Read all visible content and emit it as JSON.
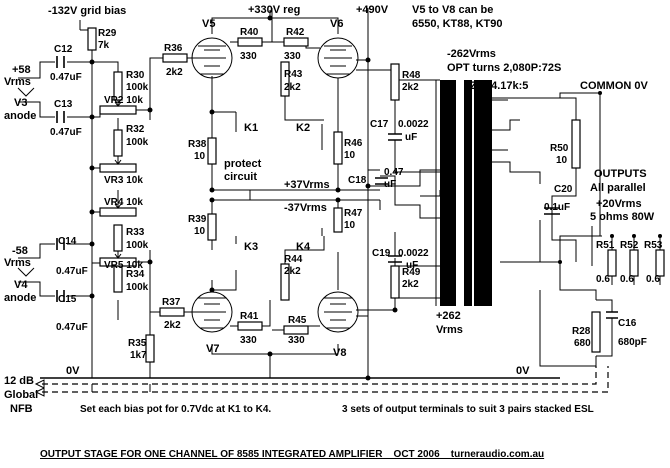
{
  "title": "OUTPUT STAGE FOR ONE CHANNEL OF 8585 INTEGRATED AMPLIFIER    OCT 2006    turneraudio.com.au",
  "notes": {
    "bias_note": "Set each bias pot for 0.7Vdc at K1 to K4.",
    "esl_note": "3 sets of output terminals to suit 3 pairs stacked ESL",
    "valve_note_line1": "V5 to V8 can be",
    "valve_note_line2": "6550, KT88, KT90",
    "opt_line1": "-262Vrms",
    "opt_line2": "OPT turns 2,080P:72S",
    "opt_line3": "ZR=4.17k:5",
    "protect_line1": "protect",
    "protect_line2": "circuit"
  },
  "rails": {
    "grid_bias": "-132V grid bias",
    "reg": "+330V reg",
    "hv": "+490V",
    "common": "COMMON 0V",
    "zero_left": "0V",
    "zero_right": "0V",
    "plus37": "+37Vrms",
    "minus37": "-37Vrms",
    "plus262_1": "+262",
    "plus262_2": "Vrms"
  },
  "inputs": {
    "top_v": "+58",
    "top_unit": "Vrms",
    "top_name1": "V3",
    "top_name2": "anode",
    "bot_v": "-58",
    "bot_unit": "Vrms",
    "bot_name1": "V4",
    "bot_name2": "anode"
  },
  "outputs": {
    "title1": "OUTPUTS",
    "title2": "All parallel",
    "level": "+20Vrms",
    "load": "5 ohms 80W"
  },
  "feedback": {
    "line1": "12 dB",
    "line2": "Global",
    "line3": "NFB"
  },
  "valves": [
    "V5",
    "V6",
    "V7",
    "V8"
  ],
  "kathodes": [
    "K1",
    "K2",
    "K3",
    "K4"
  ],
  "components": {
    "R29": [
      "R29",
      "7k"
    ],
    "R30": [
      "R30",
      "100k"
    ],
    "R32": [
      "R32",
      "100k"
    ],
    "R33": [
      "R33",
      "100k"
    ],
    "R34": [
      "R34",
      "100k"
    ],
    "R35": [
      "R35",
      "1k7"
    ],
    "R36": [
      "R36",
      "2k2"
    ],
    "R37": [
      "R37",
      "2k2"
    ],
    "R38": [
      "R38",
      "10"
    ],
    "R39": [
      "R39",
      "10"
    ],
    "R40": [
      "R40",
      "330"
    ],
    "R41": [
      "R41",
      "330"
    ],
    "R42": [
      "R42",
      "330"
    ],
    "R43": [
      "R43",
      "2k2"
    ],
    "R44": [
      "R44",
      "2k2"
    ],
    "R45": [
      "R45",
      "330"
    ],
    "R46": [
      "R46",
      "10"
    ],
    "R47": [
      "R47",
      "10"
    ],
    "R48": [
      "R48",
      "2k2"
    ],
    "R49": [
      "R49",
      "2k2"
    ],
    "R50": [
      "R50",
      "10"
    ],
    "R51": [
      "R51",
      "0.6"
    ],
    "R52": [
      "R52",
      "0.6"
    ],
    "R53": [
      "R53",
      "0.6"
    ],
    "R28": [
      "R28",
      "680"
    ],
    "VR2": "VR2 10k",
    "VR3": "VR3 10k",
    "VR4": "VR4 10k",
    "VR5": "VR5 10k",
    "C12": [
      "C12",
      "0.47uF"
    ],
    "C13": [
      "C13",
      "0.47uF"
    ],
    "C14": [
      "C14",
      "0.47uF"
    ],
    "C15": [
      "C15",
      "0.47uF"
    ],
    "C16": [
      "C16",
      "680pF"
    ],
    "C17": [
      "C17",
      "0.0022",
      "uF"
    ],
    "C18": [
      "C18",
      "0.47",
      "uF"
    ],
    "C19": [
      "C19",
      "0.0022",
      "uF"
    ],
    "C20": [
      "C20",
      "0.1uF"
    ]
  }
}
